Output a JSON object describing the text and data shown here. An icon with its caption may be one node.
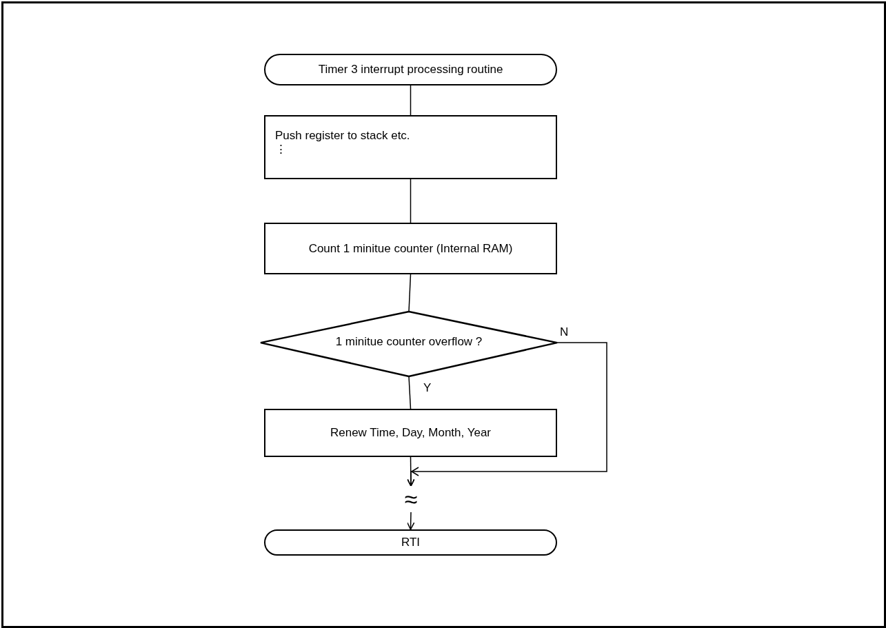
{
  "diagram": {
    "nodes": [
      {
        "text": [
          "Timer 3 interrupt processing routine"
        ]
      },
      {
        "text": [
          "Push register to stack etc.",
          "⋮"
        ]
      },
      {
        "text": [
          "Count 1 minitue counter (Internal RAM)"
        ]
      },
      {
        "text": [
          "1 minitue counter overflow ?"
        ]
      },
      {
        "text": [
          "Renew Time, Day, Month, Year"
        ]
      },
      {
        "text": [
          "≈"
        ]
      },
      {
        "text": [
          "RTI"
        ]
      }
    ],
    "edges": [
      {
        "from": 0,
        "to": 1,
        "arrow": "none"
      },
      {
        "from": 1,
        "to": 2,
        "arrow": "none"
      },
      {
        "from": 2,
        "to": 3,
        "arrow": "none"
      },
      {
        "from": 3,
        "to": 4,
        "arrow": "none",
        "label": "Y"
      },
      {
        "from": 4,
        "to": 5,
        "arrow": "to"
      },
      {
        "from": 3,
        "to": 5,
        "arrow": "to",
        "label": "N"
      },
      {
        "from": 5,
        "to": 6,
        "arrow": "to"
      }
    ]
  }
}
